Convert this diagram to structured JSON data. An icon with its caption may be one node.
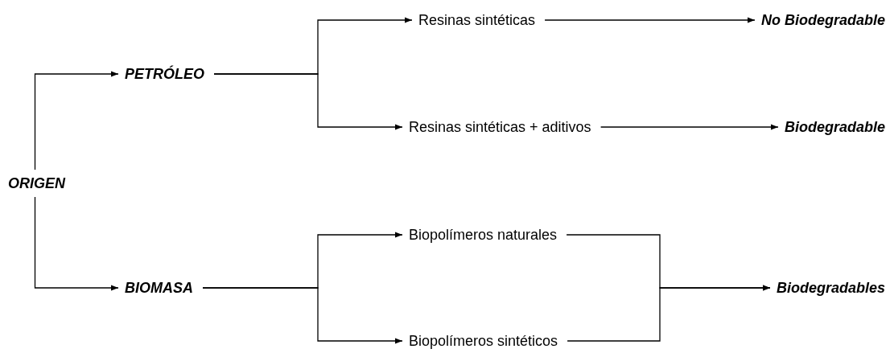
{
  "diagram": {
    "nodes": [
      {
        "text": [
          "ORIGEN"
        ]
      },
      {
        "text": [
          "PETRÓLEO"
        ]
      },
      {
        "text": [
          "BIOMASA"
        ]
      },
      {
        "text": [
          "Resinas sintéticas"
        ]
      },
      {
        "text": [
          "Resinas sintéticas + aditivos"
        ]
      },
      {
        "text": [
          "Biopolímeros naturales"
        ]
      },
      {
        "text": [
          "Biopolímeros sintéticos"
        ]
      },
      {
        "text": [
          "No Biodegradable"
        ]
      },
      {
        "text": [
          "Biodegradable"
        ]
      },
      {
        "text": [
          "Biodegradables"
        ]
      }
    ],
    "edges": [
      {
        "from": 0,
        "to": 1,
        "arrow": "to"
      },
      {
        "from": 0,
        "to": 2,
        "arrow": "to"
      },
      {
        "from": 1,
        "to": 3,
        "arrow": "to"
      },
      {
        "from": 1,
        "to": 4,
        "arrow": "to"
      },
      {
        "from": 2,
        "to": 5,
        "arrow": "to"
      },
      {
        "from": 2,
        "to": 6,
        "arrow": "to"
      },
      {
        "from": 3,
        "to": 7,
        "arrow": "to"
      },
      {
        "from": 4,
        "to": 8,
        "arrow": "to"
      },
      {
        "from": 5,
        "to": 9,
        "arrow": "to"
      },
      {
        "from": 6,
        "to": 9,
        "arrow": "to"
      }
    ]
  }
}
